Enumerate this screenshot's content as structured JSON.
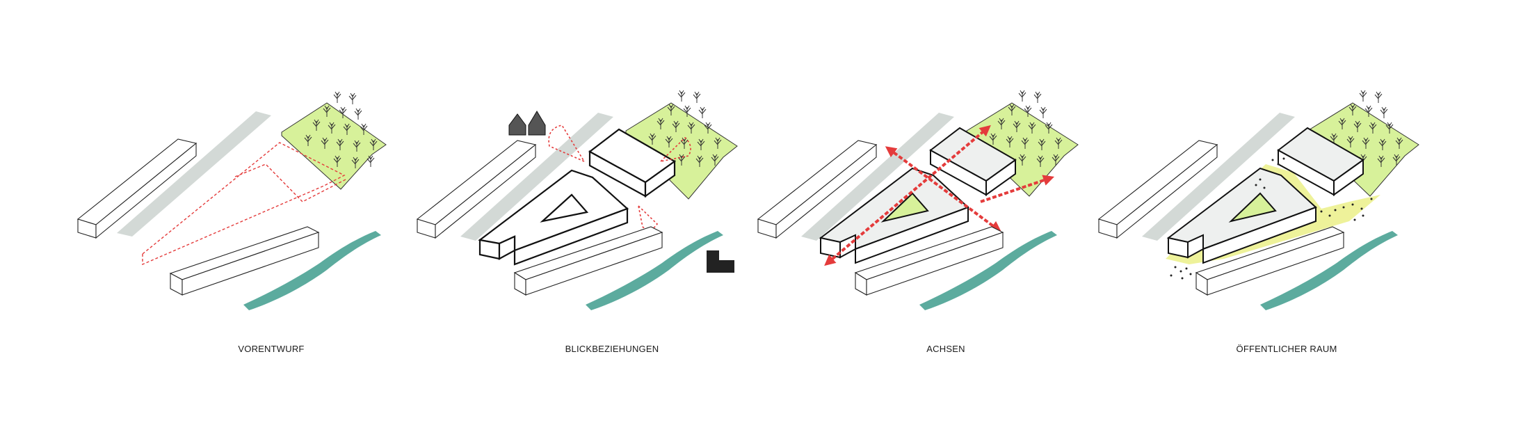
{
  "panels": [
    {
      "caption": "VORENTWURF"
    },
    {
      "caption": "BLICKBEZIEHUNGEN"
    },
    {
      "caption": "ACHSEN"
    },
    {
      "caption": "ÖFFENTLICHER RAUM"
    }
  ],
  "colors": {
    "forest": "#d7f19a",
    "river": "#5cab9e",
    "road": "#d3d9d6",
    "axis_red": "#e43b3b",
    "public_yellow": "#eef29a",
    "building_shade": "#eef0ef"
  }
}
